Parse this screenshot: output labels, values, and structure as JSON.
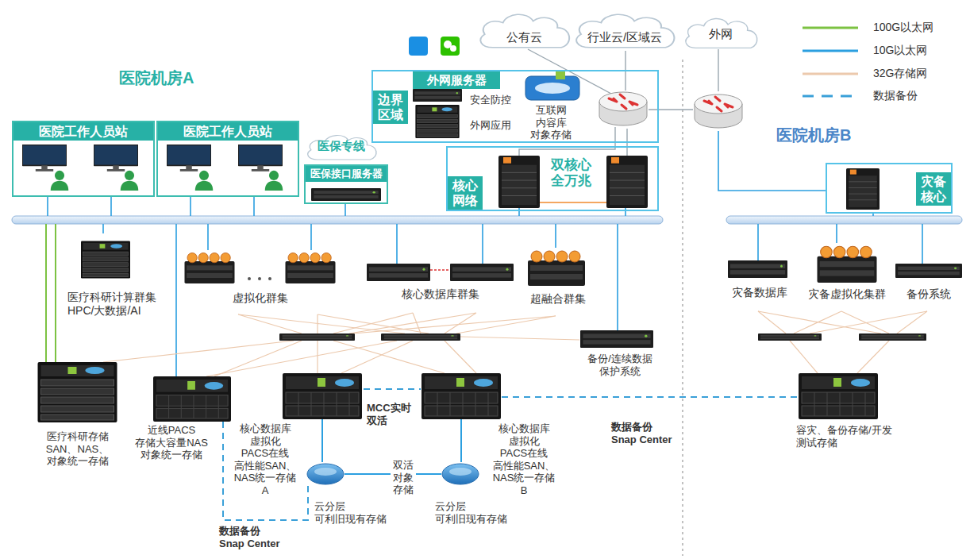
{
  "diagram": {
    "nodes": [
      {
        "text": [
          "公有云"
        ]
      },
      {
        "text": [
          "行业云/区域云"
        ]
      },
      {
        "text": [
          "外网"
        ]
      },
      {
        "text": [
          "边界区域",
          "外网服务器"
        ]
      },
      {
        "text": [
          "安全防控"
        ],
        "in": 3
      },
      {
        "text": [
          "外网应用"
        ],
        "in": 3
      },
      {
        "text": [
          "互联网 内容库 对象存储"
        ],
        "in": 3
      },
      {
        "text": [
          "核心网络",
          "双核心 全万兆"
        ]
      },
      {
        "text": [
          "医院工作人员站"
        ]
      },
      {
        "text": [
          "医院工作人员站"
        ]
      },
      {
        "text": [
          "医保专线"
        ]
      },
      {
        "text": [
          "医保接口服务器"
        ]
      },
      {
        "text": [
          "灾备核心"
        ]
      },
      {
        "text": [
          "医疗科研计算群集 HPC/大数据/AI"
        ]
      },
      {
        "text": [
          "虚拟化群集"
        ]
      },
      {
        "text": [
          "核心数据库群集"
        ]
      },
      {
        "text": [
          "超融合群集"
        ]
      },
      {
        "text": [
          "灾备数据库"
        ]
      },
      {
        "text": [
          "灾备虚拟化集群"
        ]
      },
      {
        "text": [
          "备份系统"
        ]
      },
      {
        "text": [
          "备份/连续数据 保护系统"
        ]
      },
      {
        "text": [
          "医疗科研存储 SAN、NAS、 对象统一存储"
        ]
      },
      {
        "text": [
          "近线PACS 存储大容量NAS 对象统一存储"
        ]
      },
      {
        "text": [
          "核心数据库 虚拟化 PACS在线 高性能SAN、 NAS统一存储 A"
        ]
      },
      {
        "text": [
          "核心数据库 虚拟化 PACS在线 高性能SAN、 NAS统一存储 B"
        ]
      },
      {
        "text": [
          "容灾、备份存储/开发 测试存储"
        ]
      },
      {
        "text": [
          "云分层 可利旧现有存储"
        ]
      },
      {
        "text": [
          "云分层 可利旧现有存储"
        ]
      }
    ],
    "edges": [
      {
        "from": 23,
        "to": 24,
        "label": "MCC实时 双活",
        "arrow": "none"
      },
      {
        "from": 23,
        "to": 26,
        "arrow": "none"
      },
      {
        "from": 24,
        "to": 27,
        "arrow": "none"
      },
      {
        "from": 26,
        "to": 27,
        "label": "双活 对象 存储",
        "arrow": "none"
      },
      {
        "from": 24,
        "to": 25,
        "label": "数据备份 Snap Center",
        "arrow": "none"
      },
      {
        "from": 26,
        "to": 22,
        "label": "数据备份 Snap Center",
        "arrow": "none"
      }
    ],
    "labels": [
      "医院机房A",
      "医院机房B"
    ],
    "legend": [
      {
        "text": "100G以太网"
      },
      {
        "text": "10G以太网"
      },
      {
        "text": "32G存储网"
      },
      {
        "text": "数据备份"
      }
    ]
  }
}
